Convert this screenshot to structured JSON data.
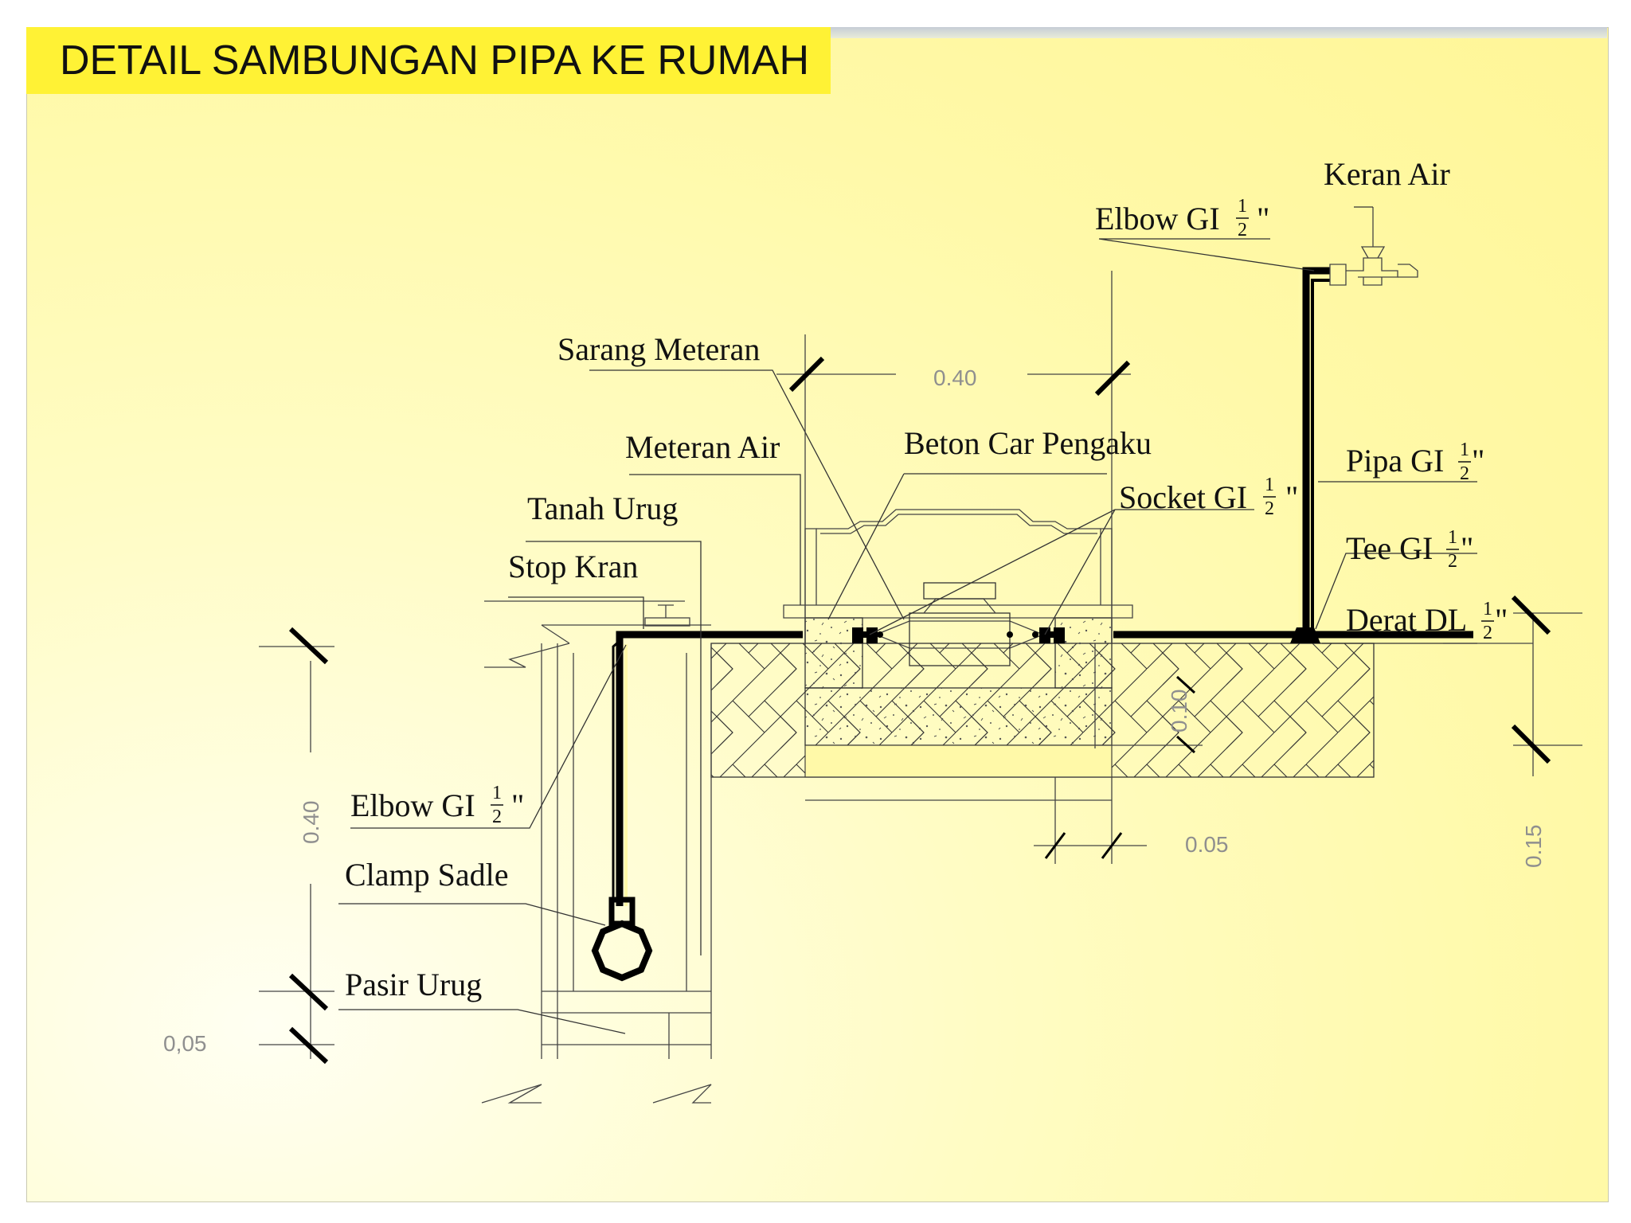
{
  "title": "DETAIL SAMBUNGAN PIPA KE RUMAH",
  "labels": {
    "keran_air": "Keran Air",
    "elbow_top": "Elbow GI",
    "sarang_meteran": "Sarang Meteran",
    "meteran_air": "Meteran Air",
    "beton_car_pengaku": "Beton Car Pengaku",
    "pipa_gi": "Pipa GI",
    "socket_gi": "Socket GI",
    "tanah_urug": "Tanah Urug",
    "tee_gi": "Tee GI",
    "stop_kran": "Stop Kran",
    "derat_dl": "Derat DL",
    "elbow_left": "Elbow GI",
    "clamp_sadle": "Clamp Sadle",
    "pasir_urug": "Pasir Urug"
  },
  "size_fraction": {
    "numerator": "1",
    "denominator": "2",
    "inch_mark": "\""
  },
  "dimensions": {
    "meter_box_width": "0.40",
    "left_depth": "0.40",
    "left_bottom": "0,05",
    "box_depth": "0.10",
    "wall_thickness": "0.05",
    "right_depth": "0.15"
  },
  "colors": {
    "title_bg": "#fff235",
    "slide_bg": "#fff9a8",
    "pipe": "#000000",
    "dimension_text": "#8f8f8f"
  }
}
